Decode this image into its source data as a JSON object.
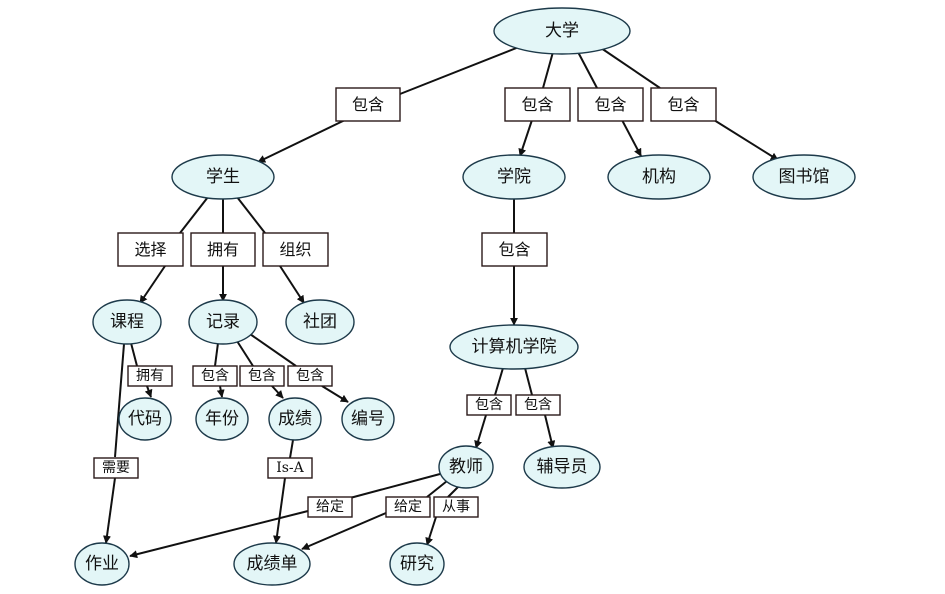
{
  "nodes": [
    {
      "id": "n_univ",
      "label": "大学"
    },
    {
      "id": "n_student",
      "label": "学生"
    },
    {
      "id": "n_college",
      "label": "学院"
    },
    {
      "id": "n_org",
      "label": "机构"
    },
    {
      "id": "n_lib",
      "label": "图书馆"
    },
    {
      "id": "n_course",
      "label": "课程"
    },
    {
      "id": "n_record",
      "label": "记录"
    },
    {
      "id": "n_club",
      "label": "社团"
    },
    {
      "id": "n_cs",
      "label": "计算机学院"
    },
    {
      "id": "n_code",
      "label": "代码"
    },
    {
      "id": "n_year",
      "label": "年份"
    },
    {
      "id": "n_grade",
      "label": "成绩"
    },
    {
      "id": "n_number",
      "label": "编号"
    },
    {
      "id": "n_teacher",
      "label": "教师"
    },
    {
      "id": "n_tutor",
      "label": "辅导员"
    },
    {
      "id": "n_homework",
      "label": "作业"
    },
    {
      "id": "n_report",
      "label": "成绩单"
    },
    {
      "id": "n_research",
      "label": "研究"
    }
  ],
  "edges": [
    {
      "id": "e1",
      "from": "大学",
      "to": "学生",
      "label": "包含"
    },
    {
      "id": "e2",
      "from": "大学",
      "to": "学院",
      "label": "包含"
    },
    {
      "id": "e3",
      "from": "大学",
      "to": "机构",
      "label": "包含"
    },
    {
      "id": "e4",
      "from": "大学",
      "to": "图书馆",
      "label": "包含"
    },
    {
      "id": "e5",
      "from": "学生",
      "to": "课程",
      "label": "选择"
    },
    {
      "id": "e6",
      "from": "学生",
      "to": "记录",
      "label": "拥有"
    },
    {
      "id": "e7",
      "from": "学生",
      "to": "社团",
      "label": "组织"
    },
    {
      "id": "e8",
      "from": "学院",
      "to": "计算机学院",
      "label": "包含"
    },
    {
      "id": "e9",
      "from": "课程",
      "to": "代码",
      "label": "拥有"
    },
    {
      "id": "e10",
      "from": "课程",
      "to": "作业",
      "label": "需要"
    },
    {
      "id": "e11",
      "from": "记录",
      "to": "年份",
      "label": "包含"
    },
    {
      "id": "e12",
      "from": "记录",
      "to": "成绩",
      "label": "包含"
    },
    {
      "id": "e13",
      "from": "记录",
      "to": "编号",
      "label": "包含"
    },
    {
      "id": "e14",
      "from": "成绩",
      "to": "成绩单",
      "label": "Is-A"
    },
    {
      "id": "e15",
      "from": "计算机学院",
      "to": "教师",
      "label": "包含"
    },
    {
      "id": "e16",
      "from": "计算机学院",
      "to": "辅导员",
      "label": "包含"
    },
    {
      "id": "e17",
      "from": "教师",
      "to": "作业",
      "label": "给定"
    },
    {
      "id": "e18",
      "from": "教师",
      "to": "成绩单",
      "label": "给定"
    },
    {
      "id": "e19",
      "from": "教师",
      "to": "研究",
      "label": "从事"
    }
  ]
}
